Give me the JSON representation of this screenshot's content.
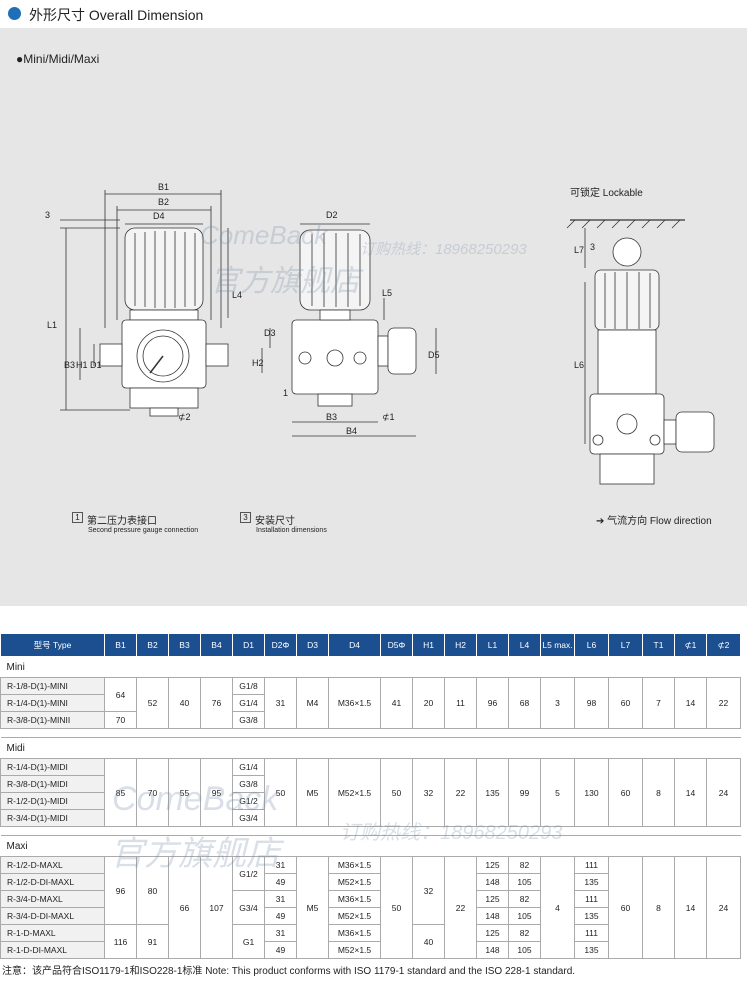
{
  "header": {
    "title": "外形尺寸 Overall Dimension"
  },
  "subtitle": "●Mini/Midi/Maxi",
  "drawing": {
    "front": {
      "B1": "B1",
      "B2": "B2",
      "D4": "D4",
      "L1": "L1",
      "L4": "L4",
      "B3": "B3",
      "H1": "H1",
      "D1": "D1",
      "three": "3",
      "s2": "⊄2"
    },
    "side": {
      "D2": "D2",
      "D3": "D3",
      "H2": "H2",
      "L5": "L5",
      "D5": "D5",
      "B3": "B3",
      "B4": "B4",
      "one": "1",
      "s1": "⊄1"
    },
    "lock": {
      "label": "可锁定 Lockable",
      "L7": "L7",
      "L6": "L6",
      "three": "3"
    }
  },
  "legend": {
    "item1": {
      "num": "1",
      "cn": "第二压力表接口",
      "en": "Second pressure gauge connection"
    },
    "item3": {
      "num": "3",
      "cn": "安装尺寸",
      "en": "Installation dimensions"
    },
    "flow": "➔ 气流方向 Flow direction"
  },
  "watermark": {
    "brand": "ComeBack",
    "cn": "官方旗舰店",
    "hotline": "订购热线：18968250293"
  },
  "table": {
    "headers": [
      "型号 Type",
      "B1",
      "B2",
      "B3",
      "B4",
      "D1",
      "D2Φ",
      "D3",
      "D4",
      "D5Φ",
      "H1",
      "H2",
      "L1",
      "L4",
      "L5 max.",
      "L6",
      "L7",
      "T1",
      "⊄1",
      "⊄2"
    ],
    "mini": {
      "name": "Mini",
      "rows": [
        "R-1/8-D(1)-MINI",
        "R-1/4-D(1)-MINI",
        "R-3/8-D(1)-MINII"
      ],
      "B1a": "64",
      "B1b": "70",
      "B2": "52",
      "B3": "40",
      "B4": "76",
      "D1": [
        "G1/8",
        "G1/4",
        "G3/8"
      ],
      "D2": "31",
      "D3": "M4",
      "D4": "M36×1.5",
      "D5": "41",
      "H1": "20",
      "H2": "11",
      "L1": "96",
      "L4": "68",
      "L5": "3",
      "L6": "98",
      "L7": "60",
      "T1": "7",
      "s1": "14",
      "s2": "22"
    },
    "midi": {
      "name": "Midi",
      "rows": [
        "R-1/4-D(1)-MIDI",
        "R-3/8-D(1)-MIDI",
        "R-1/2-D(1)-MIDI",
        "R-3/4-D(1)-MIDI"
      ],
      "B1": "85",
      "B2": "70",
      "B3": "55",
      "B4": "95",
      "D1": [
        "G1/4",
        "G3/8",
        "G1/2",
        "G3/4"
      ],
      "D2": "50",
      "D3": "M5",
      "D4": "M52×1.5",
      "D5": "50",
      "H1": "32",
      "H2": "22",
      "L1": "135",
      "L4": "99",
      "L5": "5",
      "L6": "130",
      "L7": "60",
      "T1": "8",
      "s1": "14",
      "s2": "24"
    },
    "maxi": {
      "name": "Maxi",
      "rows": [
        "R-1/2-D-MAXL",
        "R-1/2-D-DI-MAXL",
        "R-3/4-D-MAXL",
        "R-3/4-D-DI-MAXL",
        "R-1-D-MAXL",
        "R-1-D-DI-MAXL"
      ],
      "B1a": "96",
      "B1b": "116",
      "B2a": "80",
      "B2b": "91",
      "B3": "66",
      "B4": "107",
      "D1": [
        "G1/2",
        "G3/4",
        "G1"
      ],
      "D2": [
        "31",
        "49",
        "31",
        "49",
        "31",
        "49"
      ],
      "D3": "M5",
      "D4": [
        "M36×1.5",
        "M52×1.5",
        "M36×1.5",
        "M52×1.5",
        "M36×1.5",
        "M52×1.5"
      ],
      "D5": "50",
      "H1a": "32",
      "H1b": "40",
      "H2": "22",
      "L1": [
        "125",
        "148",
        "125",
        "148",
        "125",
        "148"
      ],
      "L4": [
        "82",
        "105",
        "82",
        "105",
        "82",
        "105"
      ],
      "L5": "4",
      "L6": [
        "111",
        "135",
        "111",
        "135",
        "111",
        "135"
      ],
      "L7": "60",
      "T1": "8",
      "s1": "14",
      "s2": "24"
    }
  },
  "note": "注意：该产品符合ISO1179-1和ISO228-1标准  Note: This product conforms with ISO 1179-1 standard and the ISO 228-1 standard."
}
